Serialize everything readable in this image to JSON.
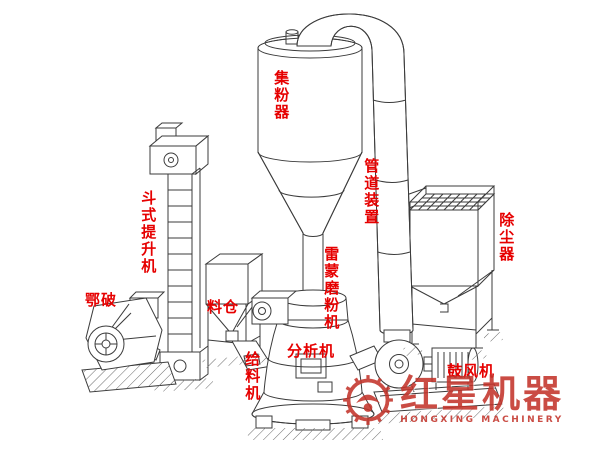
{
  "diagram": {
    "labels": {
      "powder_collector": "集粉器",
      "pipe_device": "管道装置",
      "dust_collector": "除尘器",
      "bucket_elevator": "斗式提升机",
      "jaw_crusher": "鄂破",
      "hopper": "料仓",
      "raymond_mill": "雷蒙磨粉机",
      "analyzer": "分析机",
      "feeder": "给料机",
      "blower": "鼓风机"
    },
    "label_color": "#e60000"
  },
  "watermark": {
    "brand": "红星机器",
    "caption": "HONGXING MACHINERY",
    "color": "#c3342b"
  }
}
